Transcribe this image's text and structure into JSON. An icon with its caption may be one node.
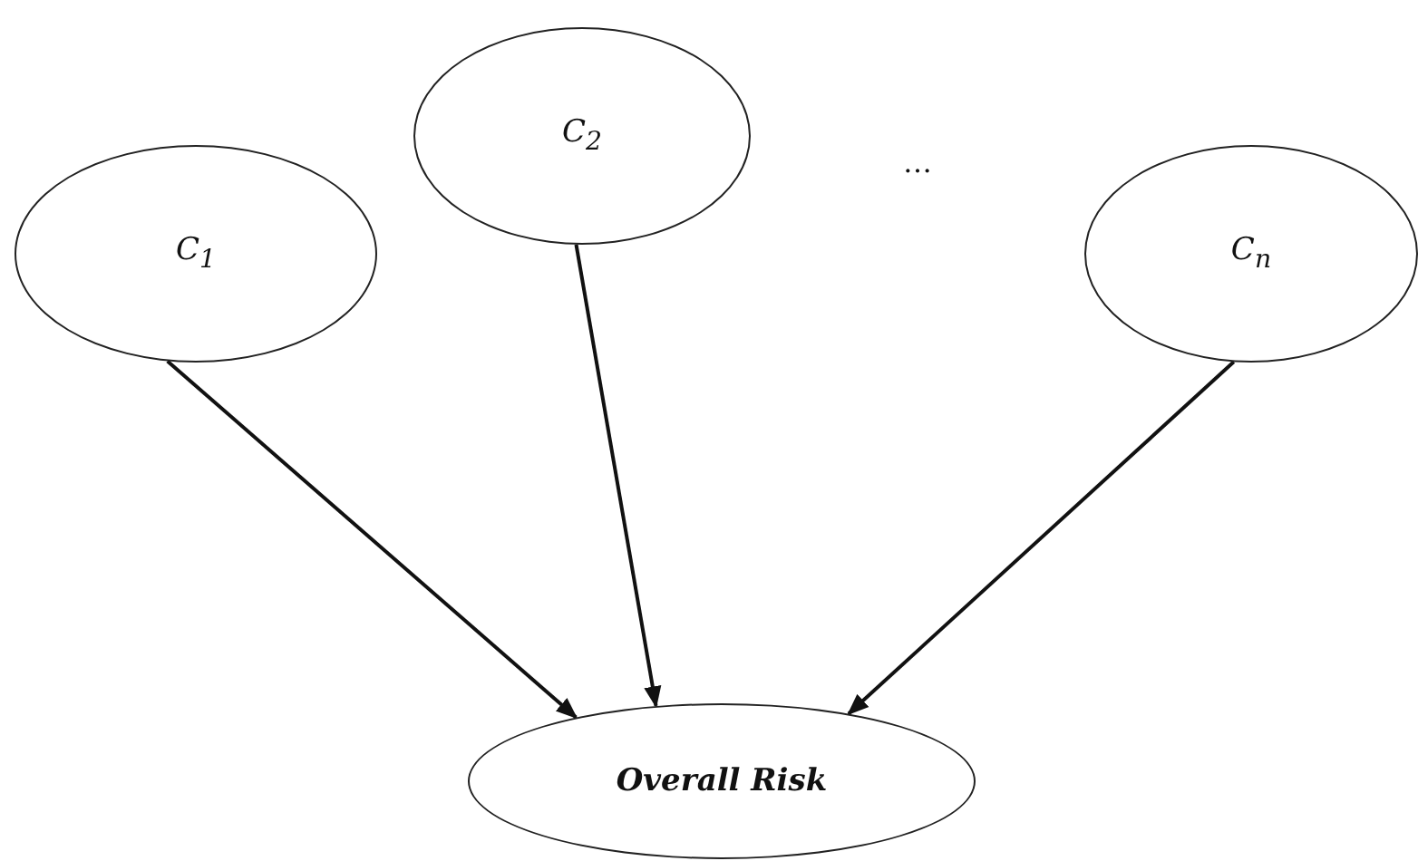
{
  "diagram": {
    "nodes": [
      {
        "text": [
          "C$_{1}$"
        ]
      },
      {
        "text": [
          "C$_{2}$"
        ]
      },
      {
        "text": [
          "C$_{n}$"
        ]
      },
      {
        "text": [
          "Overall Risk"
        ]
      }
    ],
    "edges": [
      {
        "from": 0,
        "to": 3,
        "arrow": "to"
      },
      {
        "from": 1,
        "to": 3,
        "arrow": "to"
      },
      {
        "from": 2,
        "to": 3,
        "arrow": "to"
      }
    ],
    "labels": [
      "…"
    ]
  }
}
